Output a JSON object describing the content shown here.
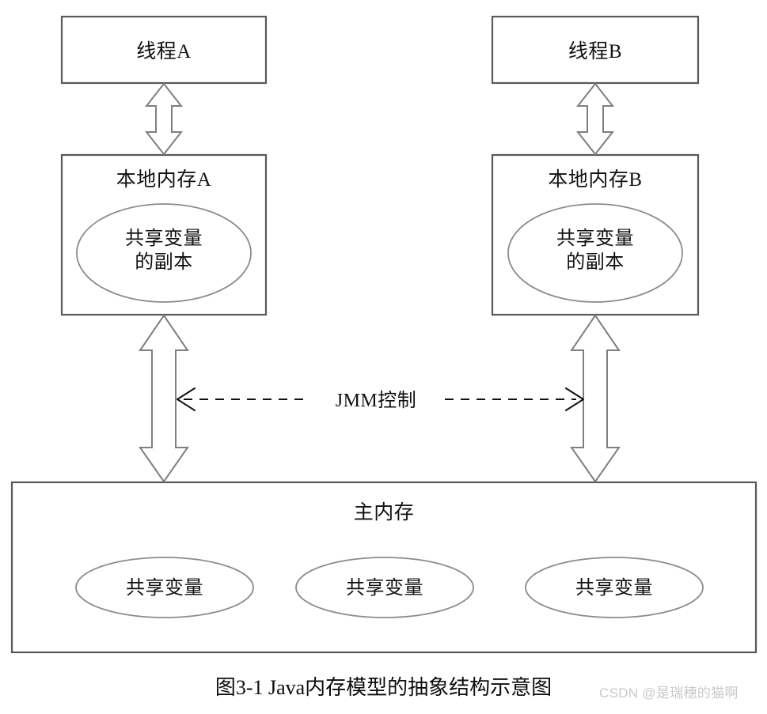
{
  "diagram": {
    "title_caption": "图3-1  Java内存模型的抽象结构示意图",
    "watermark": "CSDN @是瑞穗的猫啊",
    "colors": {
      "box_stroke": "#595959",
      "ellipse_stroke": "#8c8c8c",
      "arrow_stroke": "#7f7f7f",
      "dashed_arrow_stroke": "#111111",
      "text": "#111111",
      "background": "#ffffff",
      "watermark": "#c9c9c9"
    },
    "threads": [
      {
        "id": "thread-a",
        "label": "线程A"
      },
      {
        "id": "thread-b",
        "label": "线程B"
      }
    ],
    "local_memories": [
      {
        "id": "local-memory-a",
        "title": "本地内存A",
        "copy_label": "共享变量\n的副本"
      },
      {
        "id": "local-memory-b",
        "title": "本地内存B",
        "copy_label": "共享变量\n的副本"
      }
    ],
    "control_link": {
      "label": "JMM控制",
      "style": "dashed-double-arrow"
    },
    "main_memory": {
      "title": "主内存",
      "shared_variables": [
        {
          "id": "shared-variable-1",
          "label": "共享变量"
        },
        {
          "id": "shared-variable-2",
          "label": "共享变量"
        },
        {
          "id": "shared-variable-3",
          "label": "共享变量"
        }
      ]
    },
    "connectors": [
      {
        "id": "connector-thread-a-local-a",
        "from": "线程A",
        "to": "本地内存A",
        "style": "hollow-double-arrow"
      },
      {
        "id": "connector-thread-b-local-b",
        "from": "线程B",
        "to": "本地内存B",
        "style": "hollow-double-arrow"
      },
      {
        "id": "connector-local-a-main",
        "from": "本地内存A",
        "to": "主内存",
        "style": "hollow-double-arrow"
      },
      {
        "id": "connector-local-b-main",
        "from": "本地内存B",
        "to": "主内存",
        "style": "hollow-double-arrow"
      }
    ]
  }
}
